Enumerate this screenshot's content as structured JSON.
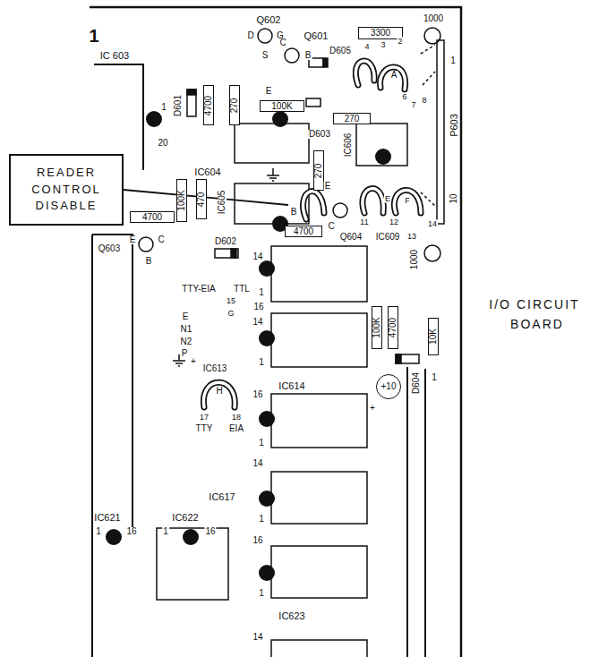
{
  "diagram": {
    "nodes": [
      {
        "text": [
          "READER CONTROL DISABLE"
        ]
      },
      {
        "text": [
          "3300"
        ]
      },
      {
        "text": [
          "4700"
        ]
      },
      {
        "text": [
          "270"
        ]
      },
      {
        "text": [
          "100K"
        ]
      },
      {
        "text": [
          "270"
        ]
      },
      {
        "text": [
          "270"
        ]
      },
      {
        "text": [
          "100K"
        ]
      },
      {
        "text": [
          "470"
        ]
      },
      {
        "text": [
          "4700"
        ]
      },
      {
        "text": [
          "4700"
        ]
      },
      {
        "text": [
          "100K"
        ]
      },
      {
        "text": [
          "4700"
        ]
      },
      {
        "text": [
          "10K"
        ]
      },
      {
        "text": [
          "+10"
        ]
      }
    ],
    "labels": [
      "1",
      "Q602",
      "D",
      "G",
      "S",
      "C",
      "Q601",
      "B",
      "E",
      "D605",
      "IC 603",
      "1",
      "20",
      "D601",
      "D603",
      "IC604",
      "IC606",
      "4",
      "3",
      "2",
      "A",
      "6",
      "7",
      "8",
      "P603",
      "1",
      "10",
      "IC605",
      "E",
      "B",
      "C",
      "Q604",
      "11",
      "12",
      "13",
      "14",
      "E",
      "F",
      "IC609",
      "Q603",
      "E",
      "C",
      "B",
      "D602",
      "TTY-EIA",
      "TTL",
      "1",
      "15",
      "16",
      "G",
      "14",
      "E",
      "N1",
      "N2",
      "P",
      "14",
      "1",
      "+",
      "IC613",
      "H",
      "17",
      "18",
      "TTY",
      "EIA",
      "IC614",
      "16",
      "1",
      "+",
      "1000",
      "1000",
      "D604",
      "1",
      "IC617",
      "14",
      "1",
      "16",
      "1",
      "IC623",
      "14",
      "IC621",
      "1",
      "16",
      "IC622",
      "1",
      "16",
      "I/O CIRCUIT",
      "BOARD"
    ]
  }
}
